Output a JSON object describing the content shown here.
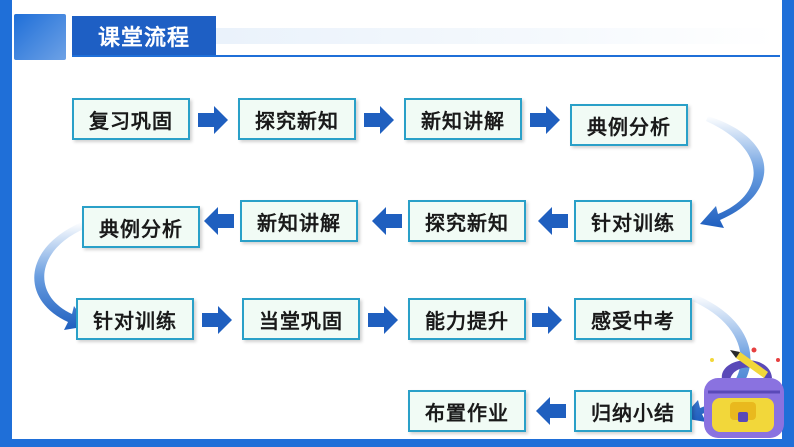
{
  "header": {
    "title": "课堂流程"
  },
  "colors": {
    "frame": "#1f6fd8",
    "node_border": "#2aa0c8",
    "node_fill": "#f1fbf5",
    "arrow": "#1f5fbf"
  },
  "flow": {
    "row1": [
      "复习巩固",
      "探究新知",
      "新知讲解",
      "典例分析"
    ],
    "row2": [
      "典例分析",
      "新知讲解",
      "探究新知",
      "针对训练"
    ],
    "row3": [
      "针对训练",
      "当堂巩固",
      "能力提升",
      "感受中考"
    ],
    "row4": [
      "布置作业",
      "归纳小结"
    ]
  },
  "decoration": {
    "icon": "schoolbag-icon"
  }
}
